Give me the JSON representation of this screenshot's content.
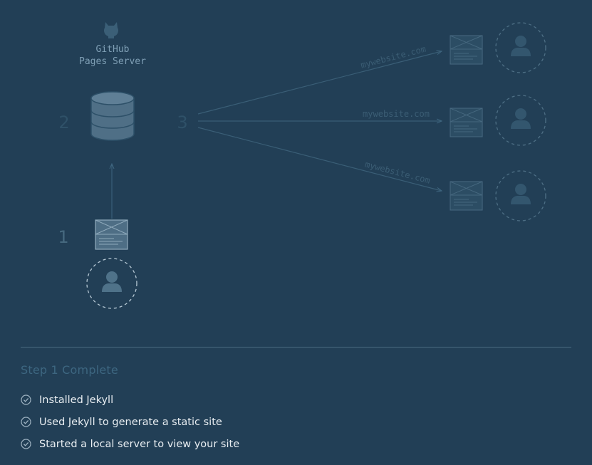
{
  "server": {
    "label_line1": "GitHub",
    "label_line2": "Pages Server",
    "icon": "octocat-icon"
  },
  "steps": {
    "one": "1",
    "two": "2",
    "three": "3"
  },
  "domain_labels": [
    "mywebsite.com",
    "mywebsite.com",
    "mywebsite.com"
  ],
  "summary": {
    "title": "Step 1 Complete",
    "items": [
      "Installed Jekyll",
      "Used Jekyll to generate a static site",
      "Started a local server to view your site"
    ]
  },
  "colors": {
    "background": "#223f56",
    "active": "#7fa3bb",
    "faded": "#33566e",
    "text": "#e9eef2",
    "muted_title": "#3d6680"
  }
}
